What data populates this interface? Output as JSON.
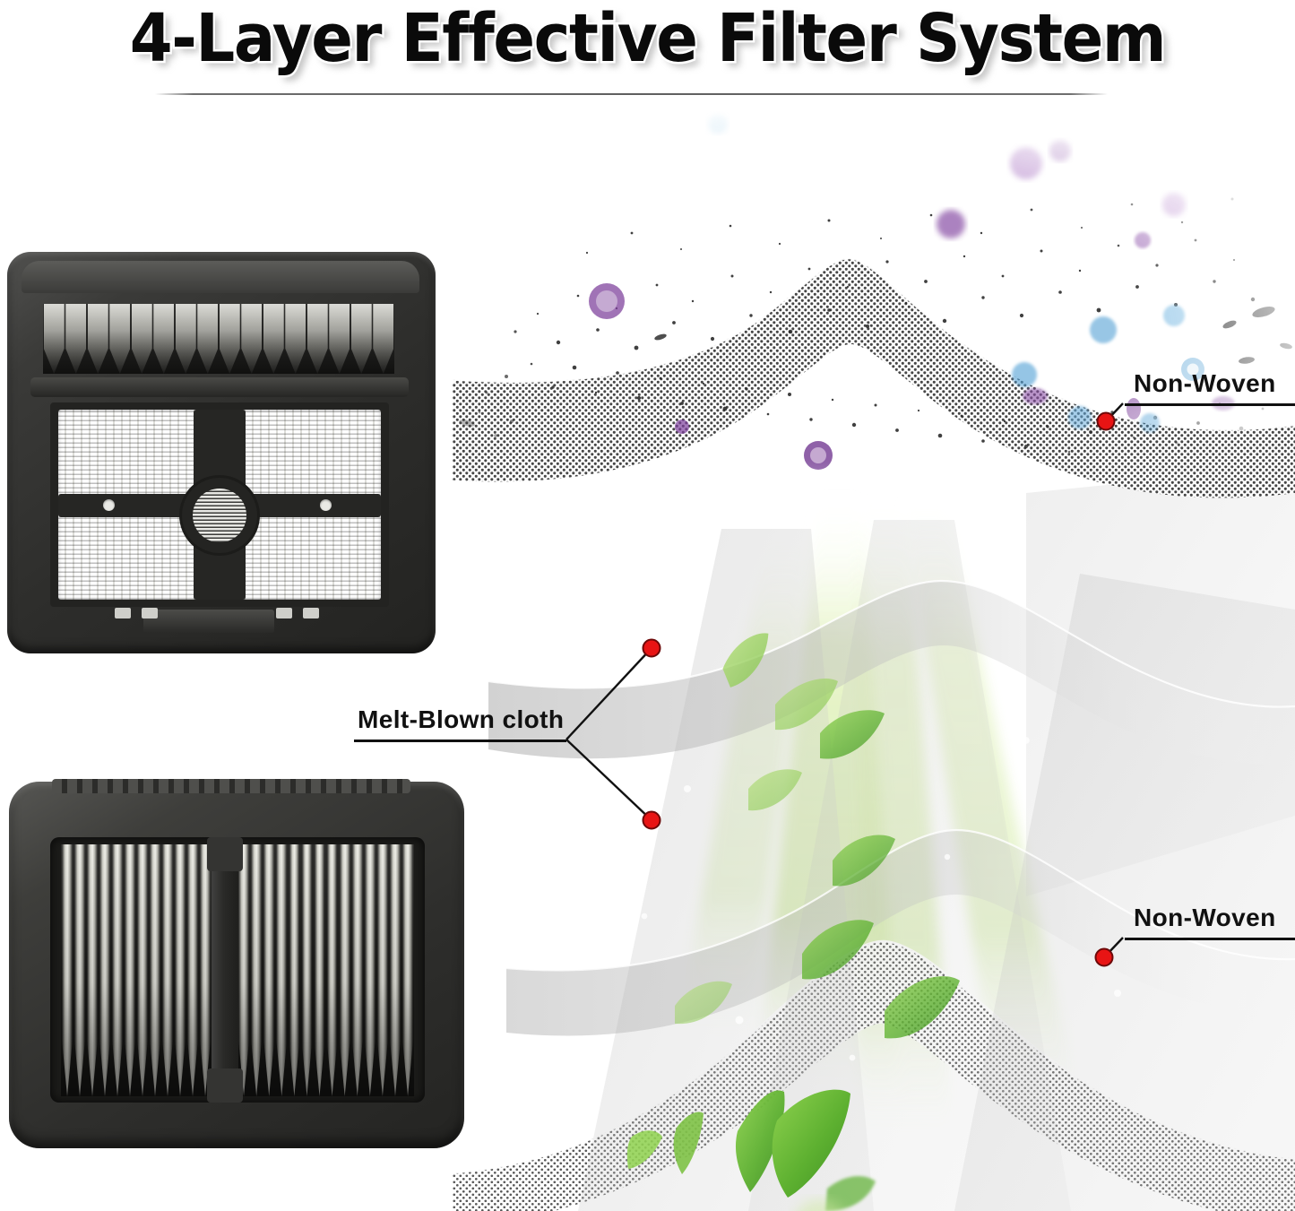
{
  "header": {
    "title": "4-Layer Effective Filter System",
    "divider": true
  },
  "callouts": [
    {
      "id": "non-woven-top",
      "label": "Non-Woven",
      "dot_color": "#e81414",
      "dots": 1
    },
    {
      "id": "melt-blown-cloth",
      "label": "Melt-Blown cloth",
      "dot_color": "#e81414",
      "dots": 2
    },
    {
      "id": "non-woven-bottom",
      "label": "Non-Woven",
      "dot_color": "#e81414",
      "dots": 1
    }
  ],
  "products": [
    {
      "id": "pleated-hepa-filter-top",
      "name": "Pleated HEPA filter with mesh grille"
    },
    {
      "id": "pleated-hepa-filter-bottom",
      "name": "Dual-bay pleated filter cartridge"
    }
  ],
  "illustration": {
    "layers": [
      {
        "name": "dust-particle-cloud",
        "description": "Airborne dust, dirt and germs above the filter"
      },
      {
        "name": "non-woven-layer-top",
        "description": "Upper non-woven halftone mesh sheet"
      },
      {
        "name": "melt-blown-layer-upper",
        "description": "Upper melt-blown cloth sheet"
      },
      {
        "name": "melt-blown-layer-lower",
        "description": "Lower melt-blown cloth sheet"
      },
      {
        "name": "non-woven-layer-bottom",
        "description": "Lower non-woven halftone mesh sheet"
      },
      {
        "name": "clean-air-leaves",
        "description": "Clean filtered air with green leaves"
      }
    ],
    "colors": {
      "dust": "#2b2b2b",
      "germ_purple": "#8b4fa8",
      "germ_blue": "#4f9fd4",
      "leaf_green": "#6cbf3f",
      "airflow_green": "#d4e8a6",
      "sheet_grey": "#c9c9c9",
      "dot_red": "#e81414"
    }
  }
}
